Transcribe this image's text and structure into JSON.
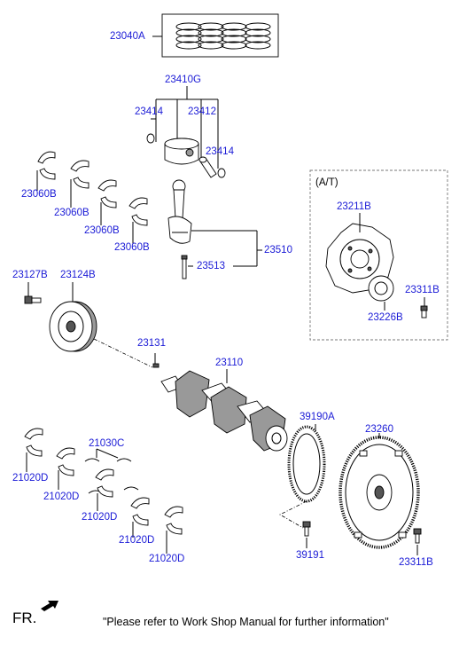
{
  "labels": {
    "piston_ring_set": "23040A",
    "piston_assembly": "23410G",
    "snap_ring_left": "23414",
    "piston_pin": "23412",
    "snap_ring_right": "23414",
    "conrod_bearing_1": "23060B",
    "conrod_bearing_2": "23060B",
    "conrod_bearing_3": "23060B",
    "conrod_bearing_4": "23060B",
    "connecting_rod": "23510",
    "conrod_bolt": "23513",
    "at_group_title": "(A/T)",
    "drive_plate": "23211B",
    "drive_plate_bolt": "23311B",
    "adapter_plate": "23226B",
    "pulley_bolt": "23127B",
    "damper_pulley": "23124B",
    "crank_key": "23131",
    "crankshaft": "23110",
    "ring_gear": "39190A",
    "flywheel": "23260",
    "thrust_washer": "21030C",
    "main_bearing_1": "21020D",
    "main_bearing_2": "21020D",
    "main_bearing_3": "21020D",
    "main_bearing_4": "21020D",
    "main_bearing_5": "21020D",
    "ring_gear_bolt": "39191",
    "flywheel_bolt": "23311B"
  },
  "footer": {
    "direction": "FR.",
    "note": "\"Please refer to Work Shop Manual for further information\""
  },
  "icons": {
    "front_arrow": "front-direction-arrow-icon"
  }
}
